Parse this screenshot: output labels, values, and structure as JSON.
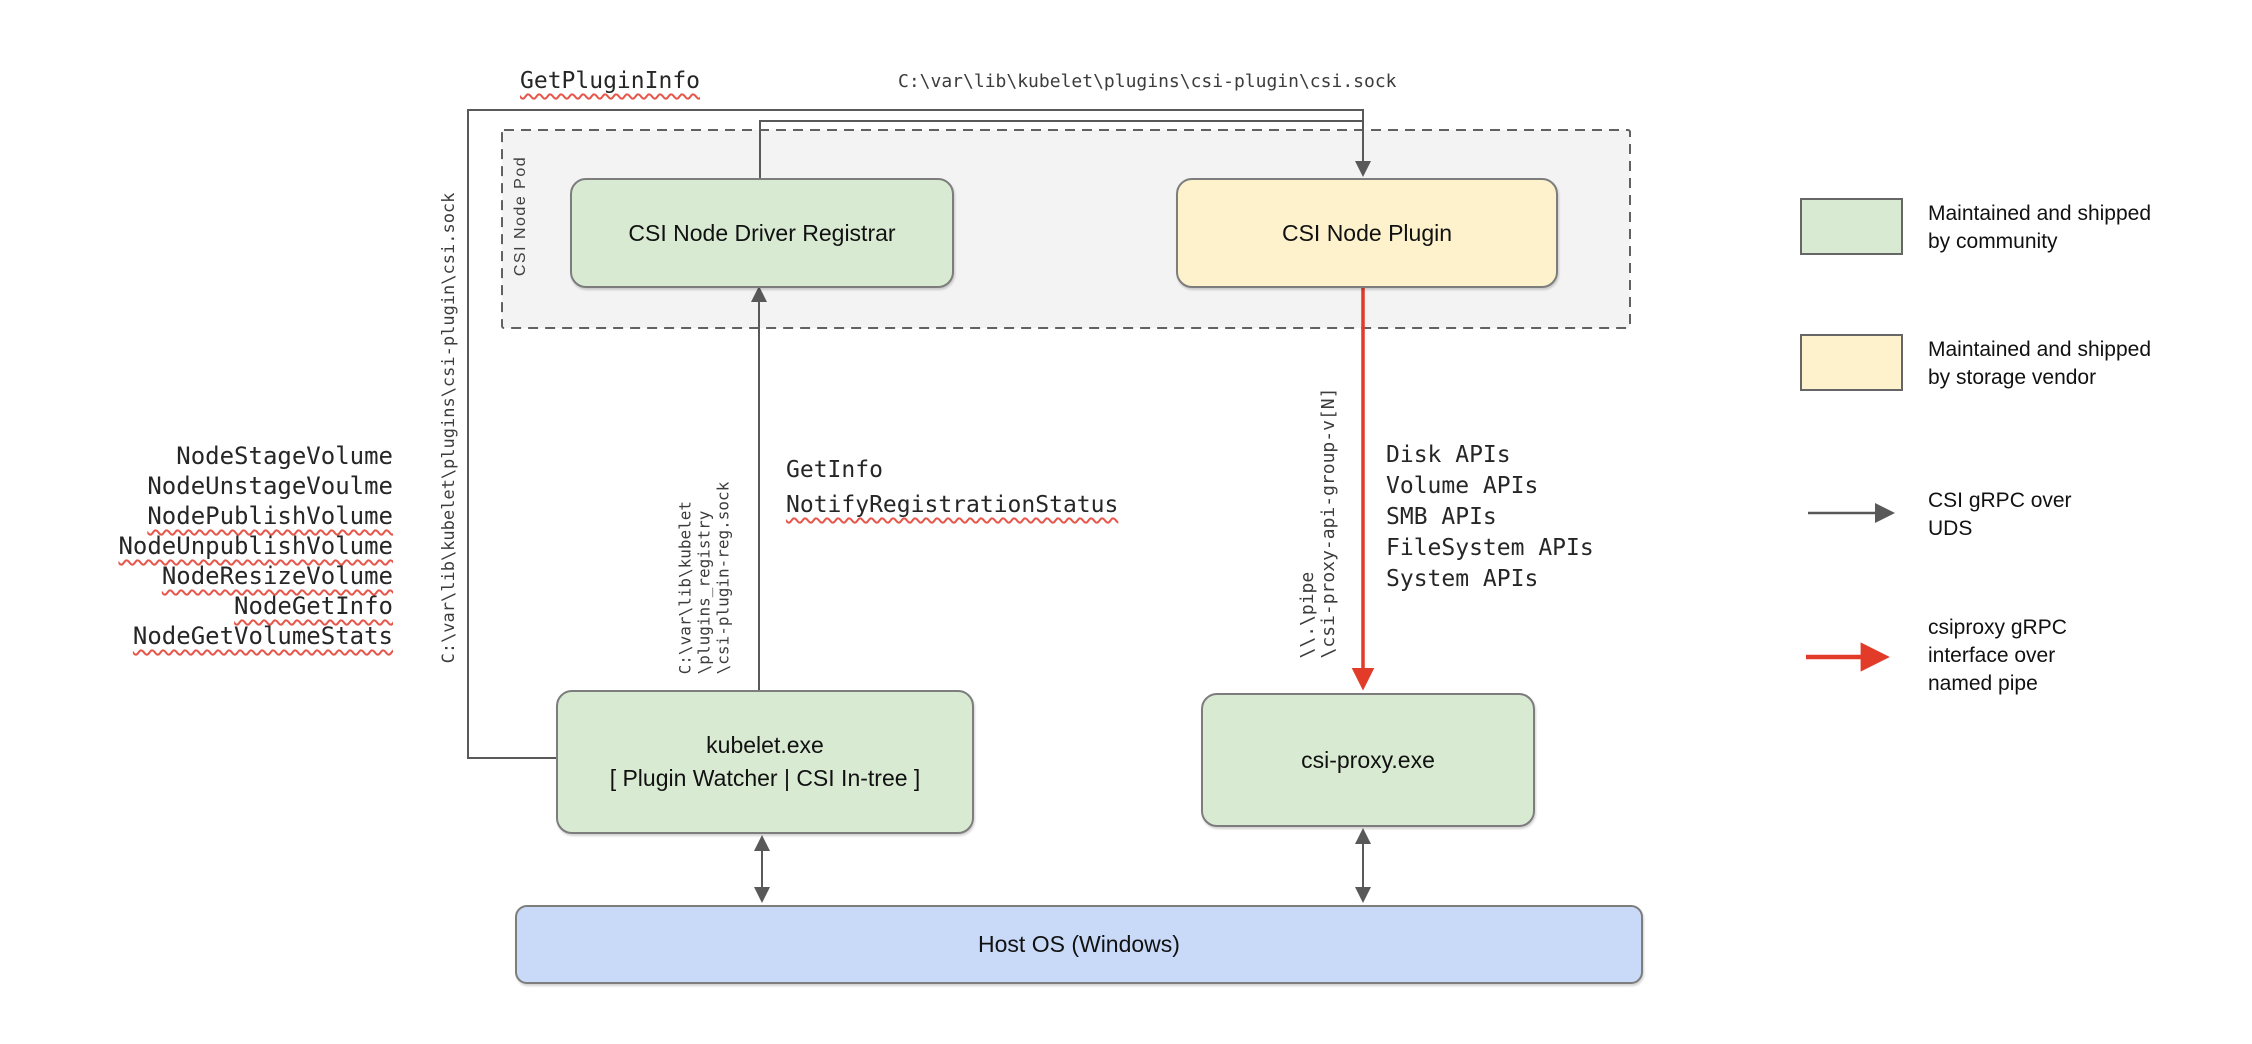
{
  "pod": {
    "label": "CSI Node Pod"
  },
  "boxes": {
    "registrar": {
      "label": "CSI Node Driver Registrar"
    },
    "node_plugin": {
      "label": "CSI Node Plugin"
    },
    "kubelet": {
      "line1": "kubelet.exe",
      "line2": "[ Plugin Watcher | CSI In-tree ]"
    },
    "csi_proxy": {
      "label": "csi-proxy.exe"
    },
    "host_os": {
      "label": "Host OS (Windows)"
    }
  },
  "edge_labels": {
    "get_plugin_info": "GetPluginInfo",
    "csi_sock_path_top": "C:\\var\\lib\\kubelet\\plugins\\csi-plugin\\csi.sock",
    "csi_sock_path_left": "C:\\var\\lib\\kubelet\\plugins\\csi-plugin\\csi.sock",
    "registration_sock": {
      "line1": "C:\\var\\lib\\kubelet",
      "line2": "\\plugins_registry",
      "line3": "\\csi-plugin-reg.sock"
    },
    "get_info": "GetInfo",
    "notify_registration_status": "NotifyRegistrationStatus",
    "named_pipe": {
      "line1": "\\\\.\\pipe",
      "line2": "\\csi-proxy-api-group-v[N]"
    },
    "node_rpcs": [
      {
        "label": "NodeStageVolume",
        "misspelled": false
      },
      {
        "label": "NodeUnstageVoulme",
        "misspelled": false
      },
      {
        "label": "NodePublishVolume",
        "misspelled": true
      },
      {
        "label": "NodeUnpublishVolume",
        "misspelled": true
      },
      {
        "label": "NodeResizeVolume",
        "misspelled": true
      },
      {
        "label": "NodeGetInfo",
        "misspelled": true
      },
      {
        "label": "NodeGetVolumeStats",
        "misspelled": true
      }
    ],
    "csi_proxy_apis": [
      "Disk APIs",
      "Volume APIs",
      "SMB APIs",
      "FileSystem APIs",
      "System APIs"
    ]
  },
  "legend": {
    "community": {
      "label": "Maintained and shipped by community",
      "swatch_color": "#d9ead3"
    },
    "vendor": {
      "label": "Maintained and shipped by storage vendor",
      "swatch_color": "#fdf2cc"
    },
    "uds_arrow": {
      "label": "CSI gRPC over UDS",
      "color": "#595959"
    },
    "named_pipe_arrow": {
      "label": "csiproxy gRPC interface over named pipe",
      "color": "#e23b2a"
    }
  },
  "colors": {
    "community_green": "#d9ead3",
    "vendor_yellow": "#fdf2cc",
    "host_os_blue": "#c9daf8",
    "pod_background": "#f3f3f3",
    "connector_gray": "#595959",
    "connector_red": "#e23b2a",
    "squiggle_red": "#e6564a"
  }
}
